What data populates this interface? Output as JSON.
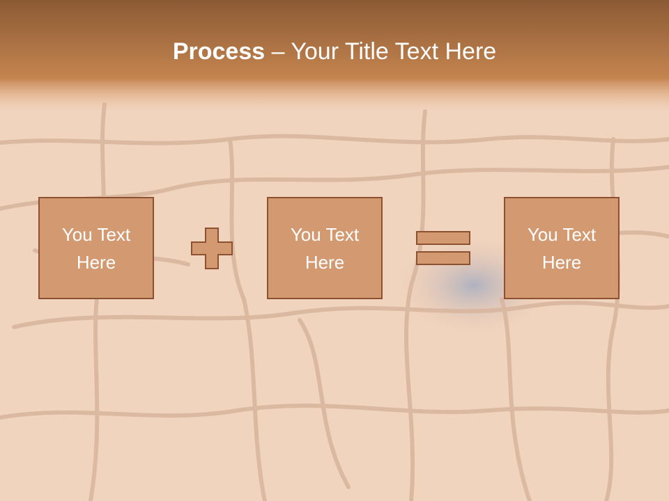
{
  "slide": {
    "title_bold": "Process",
    "title_rest": " – Your Title Text Here"
  },
  "boxes": [
    {
      "text": "You Text Here"
    },
    {
      "text": "You Text Here"
    },
    {
      "text": "You Text Here"
    }
  ],
  "operators": [
    "plus-icon",
    "equals-icon"
  ],
  "colors": {
    "header_top": "#8b5a34",
    "header_bottom": "#c78755",
    "box_fill": "#d39a72",
    "box_border": "#8c5130",
    "text": "#ffffff",
    "background": "#f3d9c4"
  }
}
